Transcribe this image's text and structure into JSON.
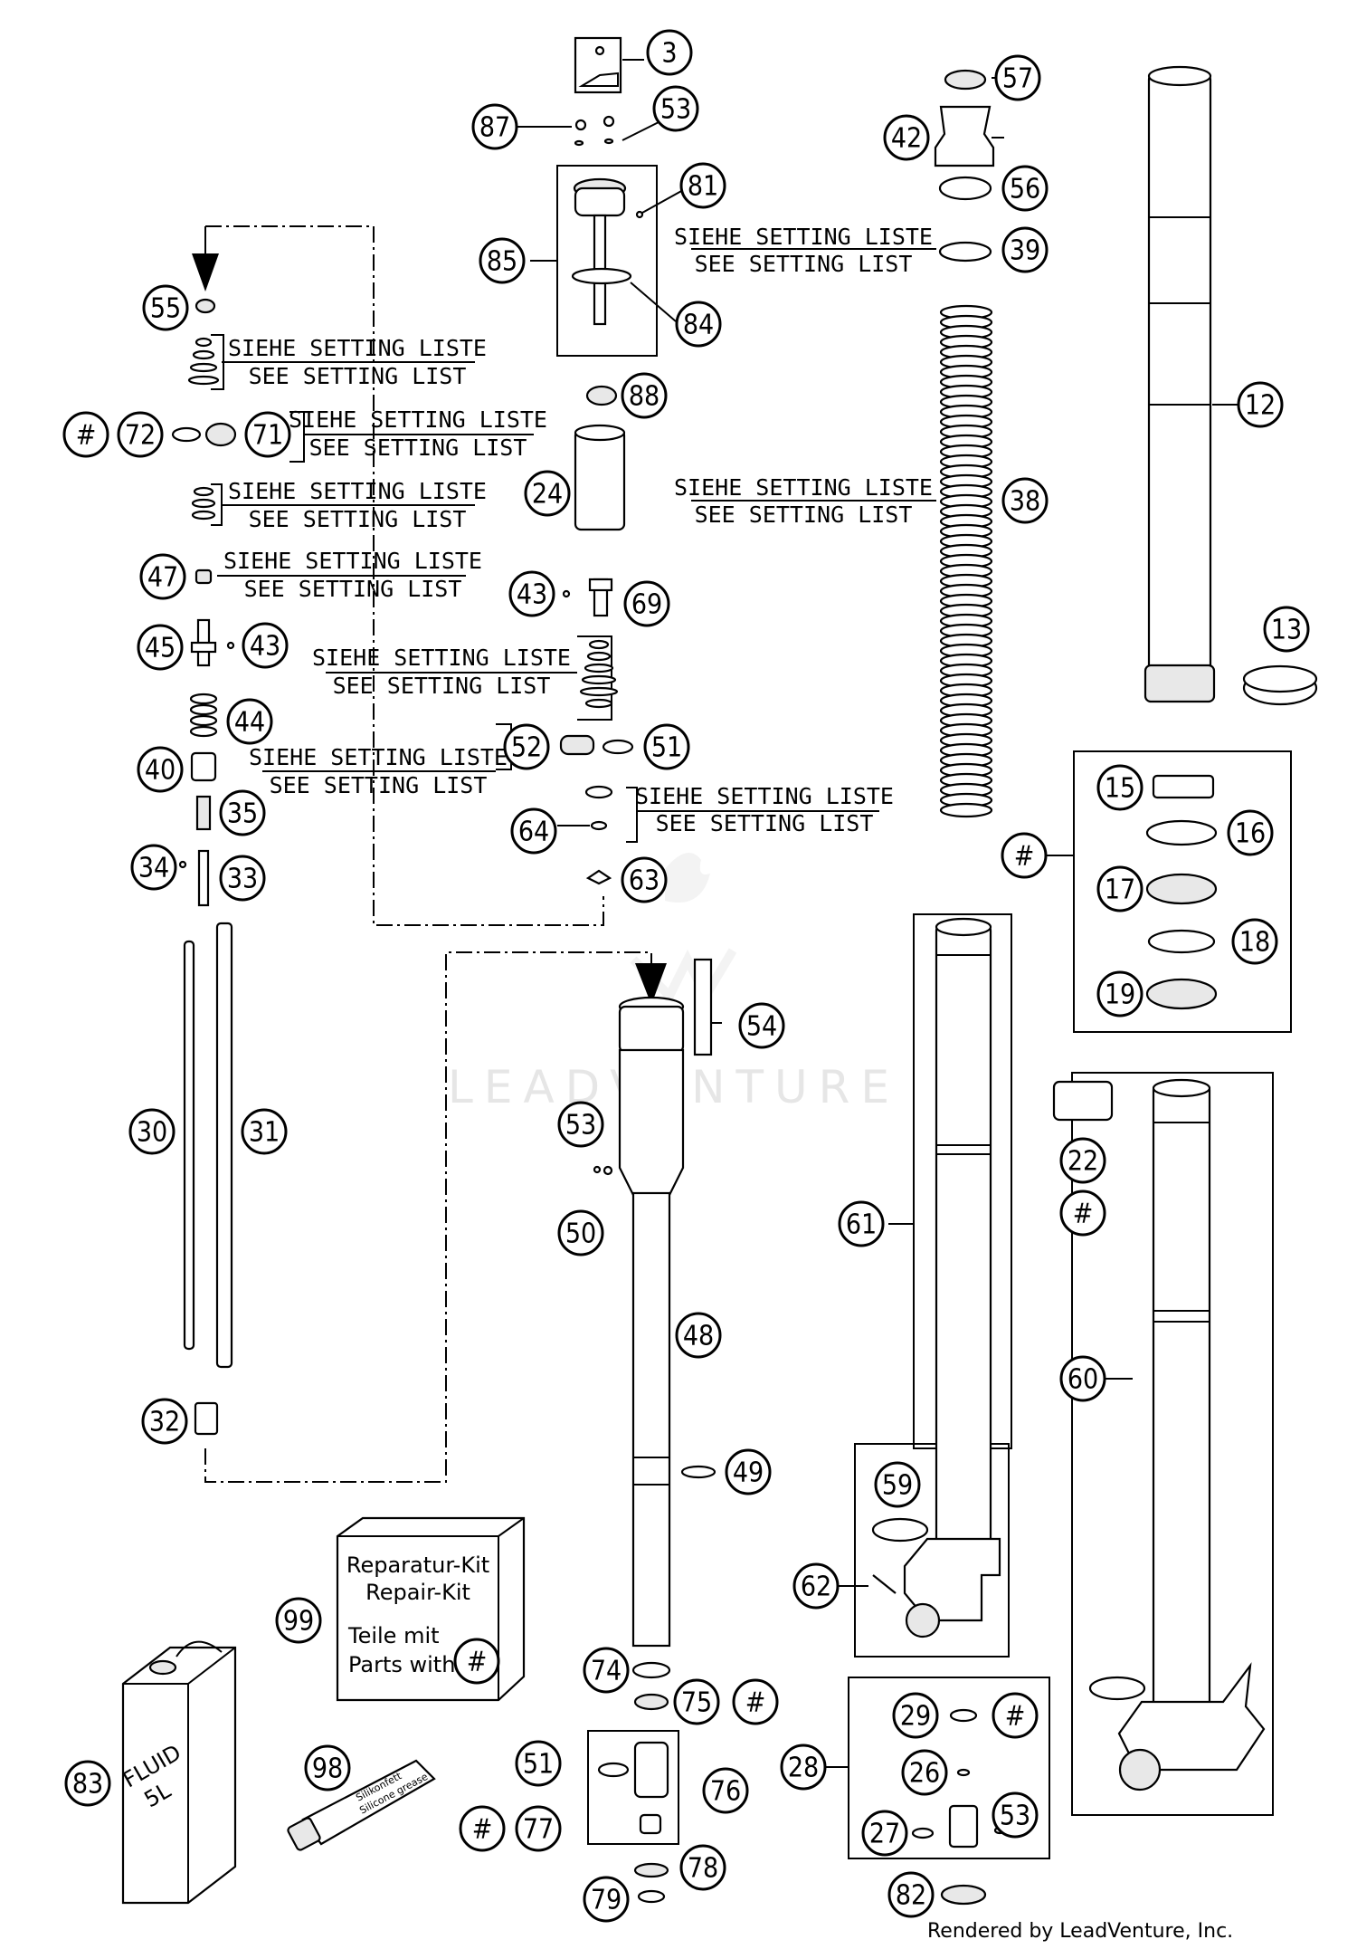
{
  "setting_note": {
    "de": "SIEHE SETTING LISTE",
    "en": "SEE SETTING LIST"
  },
  "kit": {
    "line1": "Reparatur-Kit",
    "line2": "Repair-Kit",
    "line3": "Teile mit",
    "line4": "Parts with",
    "badge": "#"
  },
  "fluid_can": {
    "line1": "FLUID",
    "line2": "5L"
  },
  "grease_tube": {
    "line1": "Silikonfett",
    "line2": "Silicone grease"
  },
  "watermark": "LEADVENTURE",
  "credit": "Rendered by LeadVenture, Inc.",
  "callouts": [
    {
      "label": "3"
    },
    {
      "label": "87"
    },
    {
      "label": "53"
    },
    {
      "label": "81"
    },
    {
      "label": "85"
    },
    {
      "label": "84"
    },
    {
      "label": "88"
    },
    {
      "label": "24"
    },
    {
      "label": "43"
    },
    {
      "label": "69"
    },
    {
      "label": "52"
    },
    {
      "label": "51"
    },
    {
      "label": "64"
    },
    {
      "label": "63"
    },
    {
      "label": "57"
    },
    {
      "label": "42"
    },
    {
      "label": "56"
    },
    {
      "label": "39"
    },
    {
      "label": "38"
    },
    {
      "label": "12"
    },
    {
      "label": "13"
    },
    {
      "label": "55"
    },
    {
      "label": "#"
    },
    {
      "label": "72"
    },
    {
      "label": "71"
    },
    {
      "label": "47"
    },
    {
      "label": "45"
    },
    {
      "label": "43"
    },
    {
      "label": "44"
    },
    {
      "label": "40"
    },
    {
      "label": "35"
    },
    {
      "label": "34"
    },
    {
      "label": "33"
    },
    {
      "label": "30"
    },
    {
      "label": "31"
    },
    {
      "label": "32"
    },
    {
      "label": "54"
    },
    {
      "label": "53"
    },
    {
      "label": "50"
    },
    {
      "label": "48"
    },
    {
      "label": "49"
    },
    {
      "label": "15"
    },
    {
      "label": "16"
    },
    {
      "label": "#"
    },
    {
      "label": "17"
    },
    {
      "label": "18"
    },
    {
      "label": "19"
    },
    {
      "label": "22"
    },
    {
      "label": "#"
    },
    {
      "label": "61"
    },
    {
      "label": "60"
    },
    {
      "label": "59"
    },
    {
      "label": "62"
    },
    {
      "label": "99"
    },
    {
      "label": "74"
    },
    {
      "label": "75"
    },
    {
      "label": "#"
    },
    {
      "label": "51"
    },
    {
      "label": "76"
    },
    {
      "label": "#"
    },
    {
      "label": "77"
    },
    {
      "label": "78"
    },
    {
      "label": "79"
    },
    {
      "label": "83"
    },
    {
      "label": "98"
    },
    {
      "label": "28"
    },
    {
      "label": "29"
    },
    {
      "label": "#"
    },
    {
      "label": "26"
    },
    {
      "label": "27"
    },
    {
      "label": "53"
    },
    {
      "label": "82"
    }
  ]
}
